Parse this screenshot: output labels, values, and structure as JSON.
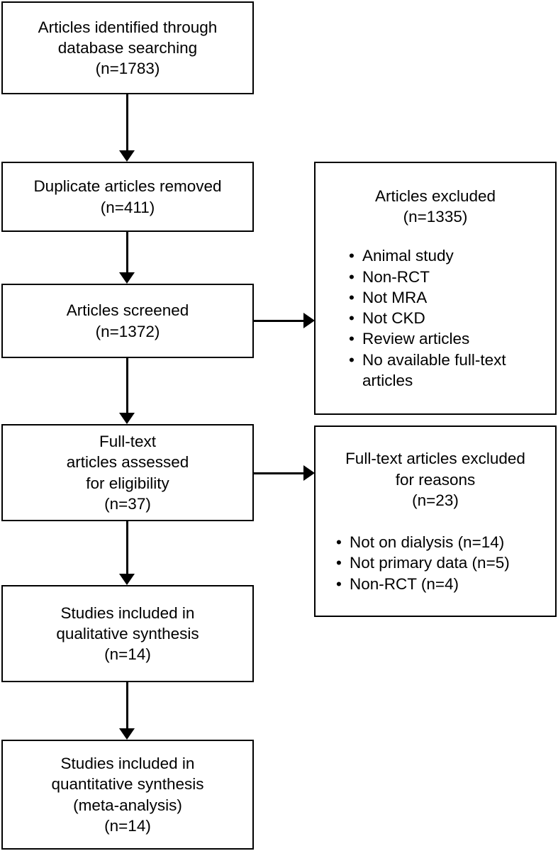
{
  "diagram": {
    "type": "prisma-flow-diagram",
    "colors": {
      "stroke": "#000000",
      "background": "#ffffff",
      "text": "#000000"
    },
    "boxes": {
      "identified": {
        "lines": [
          "Articles identified through",
          "database searching",
          "(n=1783)"
        ],
        "n": 1783
      },
      "duplicates": {
        "lines": [
          "Duplicate articles removed",
          "(n=411)"
        ],
        "n": 411
      },
      "screened": {
        "lines": [
          "Articles screened",
          "(n=1372)"
        ],
        "n": 1372
      },
      "fulltext_assessed": {
        "lines": [
          "Full-text",
          "articles assessed",
          "for eligibility",
          "(n=37)"
        ],
        "n": 37
      },
      "qualitative": {
        "lines": [
          "Studies included in",
          "qualitative synthesis",
          "(n=14)"
        ],
        "n": 14
      },
      "quantitative": {
        "lines": [
          "Studies included in",
          "quantitative synthesis",
          "(meta-analysis)",
          "(n=14)"
        ],
        "n": 14
      },
      "excluded_screening": {
        "heading": [
          "Articles excluded",
          "(n=1335)"
        ],
        "n": 1335,
        "reasons": [
          "Animal study",
          "Non-RCT",
          "Not MRA",
          "Not CKD",
          "Review articles",
          "No available full-text articles"
        ]
      },
      "excluded_fulltext": {
        "heading": [
          "Full-text articles excluded",
          "for reasons",
          "(n=23)"
        ],
        "n": 23,
        "reasons": [
          "Not on dialysis (n=14)",
          "Not primary data (n=5)",
          "Non-RCT (n=4)"
        ]
      }
    }
  }
}
